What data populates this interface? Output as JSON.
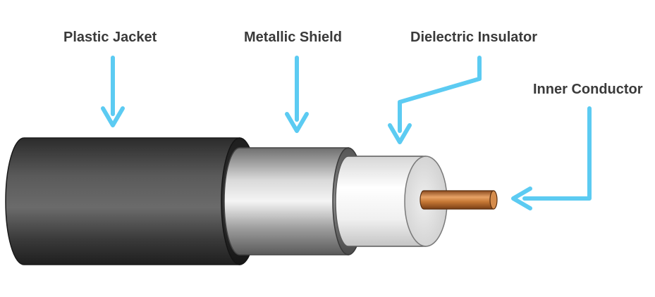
{
  "labels": {
    "plastic_jacket": "Plastic Jacket",
    "metallic_shield": "Metallic Shield",
    "dielectric_insulator": "Dielectric Insulator",
    "inner_conductor": "Inner Conductor"
  },
  "colors": {
    "arrow": "#5ccbf2",
    "label_text": "#3a3a3a",
    "jacket": "#3d3d3d",
    "shield": "#b8b8b8",
    "dielectric": "#f2f2f2",
    "conductor": "#c87a3a"
  }
}
